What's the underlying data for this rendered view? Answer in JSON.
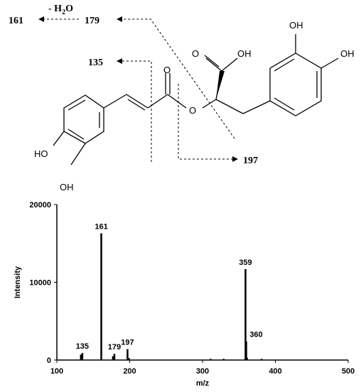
{
  "structure": {
    "fragments": {
      "f161": "161",
      "f179": "179",
      "f135": "135",
      "f197": "197"
    },
    "loss_label": {
      "prefix": "- H",
      "sub": "2",
      "suffix": "O"
    },
    "atoms": {
      "carbonyl_o": "O",
      "acid_o": "O",
      "acid_oh": "OH",
      "ester_o": "O",
      "left_oh1": "HO",
      "left_oh2": "OH",
      "right_oh1": "OH",
      "right_oh2": "OH"
    }
  },
  "chart_data": {
    "type": "bar",
    "xlabel": "m/z",
    "ylabel": "Intensity",
    "xlim": [
      100,
      500
    ],
    "ylim": [
      0,
      20000
    ],
    "xticks": [
      100,
      200,
      300,
      400,
      500
    ],
    "yticks": [
      0,
      10000,
      20000
    ],
    "peaks": [
      {
        "x": 133,
        "y": 700
      },
      {
        "x": 135,
        "y": 900
      },
      {
        "x": 161,
        "y": 16300
      },
      {
        "x": 177,
        "y": 500
      },
      {
        "x": 179,
        "y": 800
      },
      {
        "x": 197,
        "y": 1400
      },
      {
        "x": 199,
        "y": 250
      },
      {
        "x": 311,
        "y": 150
      },
      {
        "x": 329,
        "y": 150
      },
      {
        "x": 359,
        "y": 11700
      },
      {
        "x": 360,
        "y": 2400
      },
      {
        "x": 361,
        "y": 300
      },
      {
        "x": 381,
        "y": 150
      }
    ],
    "labels": [
      {
        "text": "161",
        "x": 161,
        "y": 16300
      },
      {
        "text": "359",
        "x": 359,
        "y": 11700
      },
      {
        "text": "135",
        "x": 135,
        "y": 900
      },
      {
        "text": "179",
        "x": 179,
        "y": 800
      },
      {
        "text": "197",
        "x": 197,
        "y": 1400
      },
      {
        "text": "360",
        "x": 360,
        "y": 2400
      }
    ]
  }
}
